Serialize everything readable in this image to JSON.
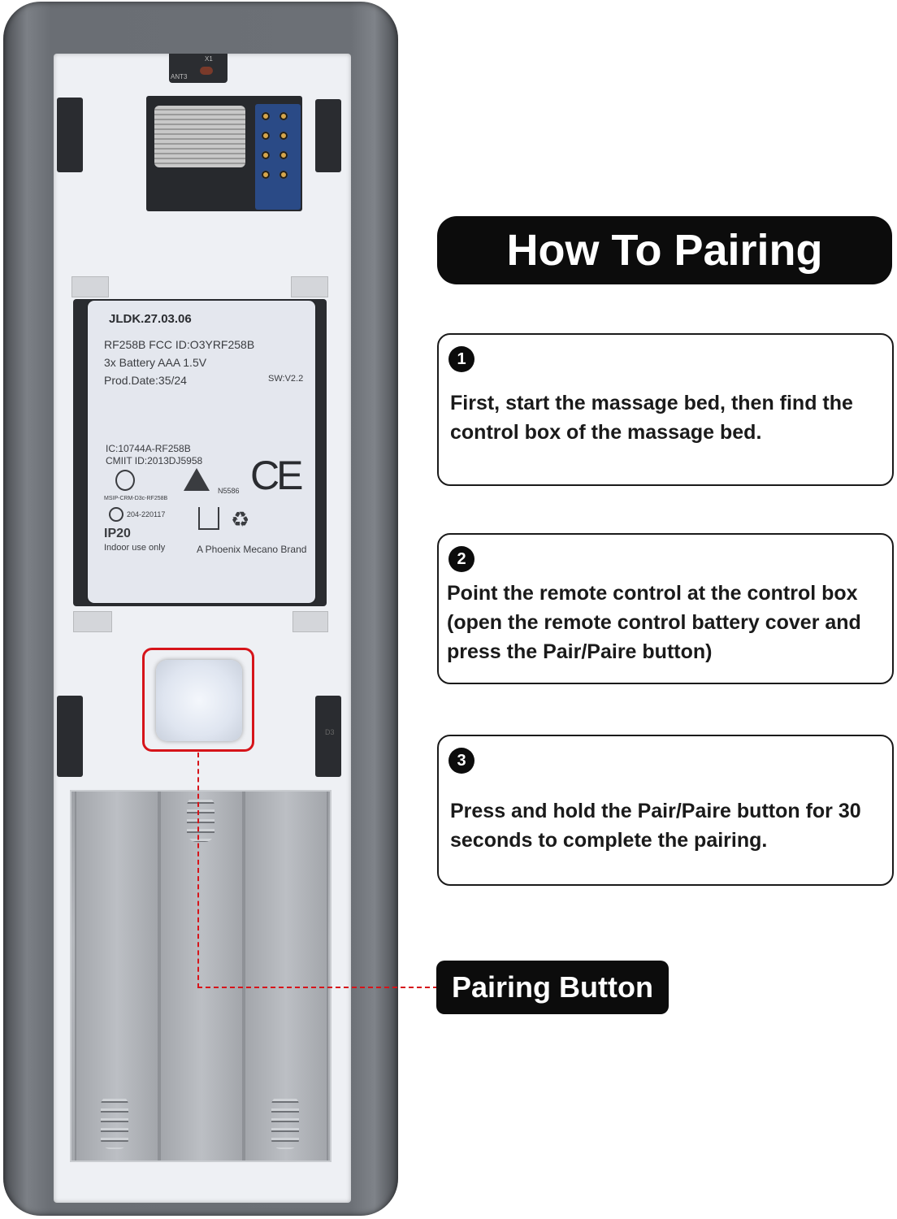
{
  "title": "How To Pairing",
  "steps": [
    {
      "number": "1",
      "text": "First, start the massage bed, then find the control box of the massage bed."
    },
    {
      "number": "2",
      "text": "Point the remote control at the control box (open the remote control battery cover and press the Pair/Paire button)"
    },
    {
      "number": "3",
      "text": "Press and hold the Pair/Paire button for 30 seconds to complete the pairing."
    }
  ],
  "callout": "Pairing Button",
  "colors": {
    "accent": "#d6141a",
    "pill": "#0c0c0c"
  },
  "board": {
    "x1": "X1",
    "ant": "ANT3",
    "d3": "D3"
  },
  "label": {
    "model": "JLDK.27.03.06",
    "line2": "RF258B FCC ID:O3YRF258B",
    "line3": "3x Battery AAA 1.5V",
    "line4": "Prod.Date:35/24",
    "sw": "SW:V2.2",
    "ic": "IC:10744A-RF258B",
    "cmiit": "CMIIT ID:2013DJ5958",
    "msip": "MSIP-CRM-D3c-RF258B",
    "n5586": "N5586",
    "reg": "204-220117",
    "ip": "IP20",
    "indoor": "Indoor use only",
    "brand": "A Phoenix Mecano Brand",
    "ce": "CE"
  }
}
